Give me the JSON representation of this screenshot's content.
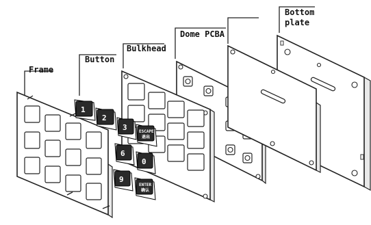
{
  "labels": {
    "frame": "Frame",
    "button": "Button",
    "bulkhead": "Bulkhead",
    "dome_pcba": "Dome PCBA",
    "bottom_plate_line1": "Bottom",
    "bottom_plate_line2": "plate"
  },
  "keys": {
    "k1": "1",
    "k2": "2",
    "k3": "3",
    "k6": "6",
    "k0": "0",
    "k9": "9",
    "escape_line1": "ESCAPE",
    "escape_line2": "退出",
    "enter_line1": "ENTER",
    "enter_line2": "确认"
  }
}
